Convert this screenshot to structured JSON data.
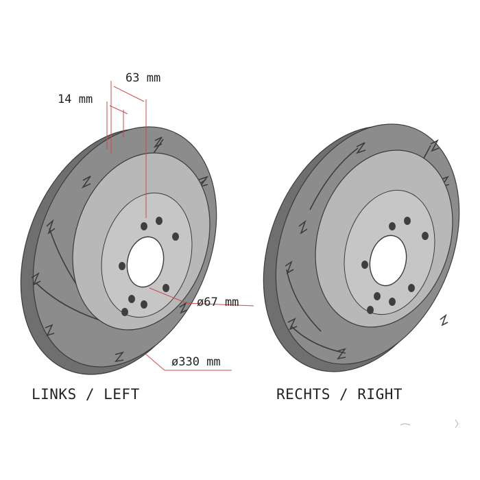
{
  "dimensions": {
    "hat_height": "63 mm",
    "disc_thickness": "14 mm",
    "center_bore": "ø67 mm",
    "outer_diameter": "ø330 mm"
  },
  "captions": {
    "left": "LINKS / LEFT",
    "right": "RECHTS / RIGHT"
  },
  "colors": {
    "disc_face": "#8a8a8a",
    "disc_edge": "#6f6f6f",
    "hat": "#b5b5b5",
    "hat_inner": "#c9c9c9",
    "dimension_line": "#cc4a4a",
    "outline": "#3a3a3a"
  }
}
